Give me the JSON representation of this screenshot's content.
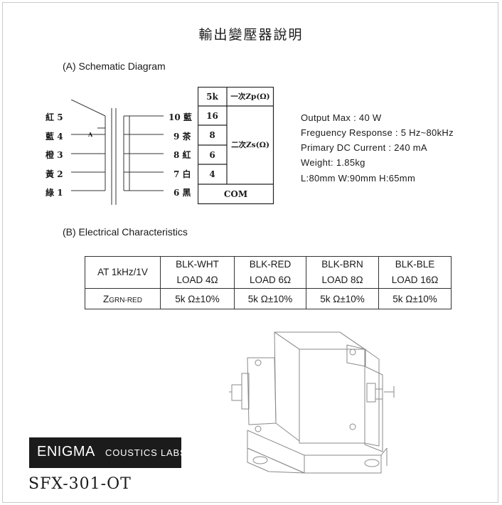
{
  "title": "輸出變壓器說明",
  "section_a": "(A) Schematic Diagram",
  "section_b": "(B) Electrical Characteristics",
  "schematic": {
    "left_pins": [
      {
        "color": "紅",
        "num": "5"
      },
      {
        "color": "藍",
        "num": "4"
      },
      {
        "color": "橙",
        "num": "3"
      },
      {
        "color": "黃",
        "num": "2"
      },
      {
        "color": "綠",
        "num": "1"
      }
    ],
    "tap_label": "A",
    "right_pins": [
      {
        "num": "10",
        "color": "藍"
      },
      {
        "num": "9",
        "color": "茶"
      },
      {
        "num": "8",
        "color": "紅"
      },
      {
        "num": "7",
        "color": "白"
      },
      {
        "num": "6",
        "color": "黑"
      }
    ],
    "imp_table": {
      "primary_value": "5k",
      "primary_label": "一次Zp(Ω)",
      "secondary_values": [
        "16",
        "8",
        "6",
        "4"
      ],
      "secondary_label": "二次Zs(Ω)",
      "com": "COM"
    }
  },
  "specs": [
    "Output Max : 40 W",
    "Freguency Response : 5 Hz~80kHz",
    "Primary DC Current : 240 mA",
    "Weight: 1.85kg",
    "L:80mm W:90mm H:65mm"
  ],
  "elec_table": {
    "header": [
      {
        "l1": "AT 1kHz/1V",
        "l2": ""
      },
      {
        "l1": "BLK-WHT",
        "l2": "LOAD 4Ω"
      },
      {
        "l1": "BLK-RED",
        "l2": "LOAD 6Ω"
      },
      {
        "l1": "BLK-BRN",
        "l2": "LOAD 8Ω"
      },
      {
        "l1": "BLK-BLE",
        "l2": "LOAD 16Ω"
      }
    ],
    "row_label": "Z",
    "row_label_sub": "GRN-RED",
    "row_values": [
      "5k Ω±10%",
      "5k Ω±10%",
      "5k Ω±10%",
      "5k Ω±10%"
    ]
  },
  "logo": {
    "main": "ENIGMA",
    "sub": "COUSTICS LABS"
  },
  "model": "SFX-301-OT"
}
